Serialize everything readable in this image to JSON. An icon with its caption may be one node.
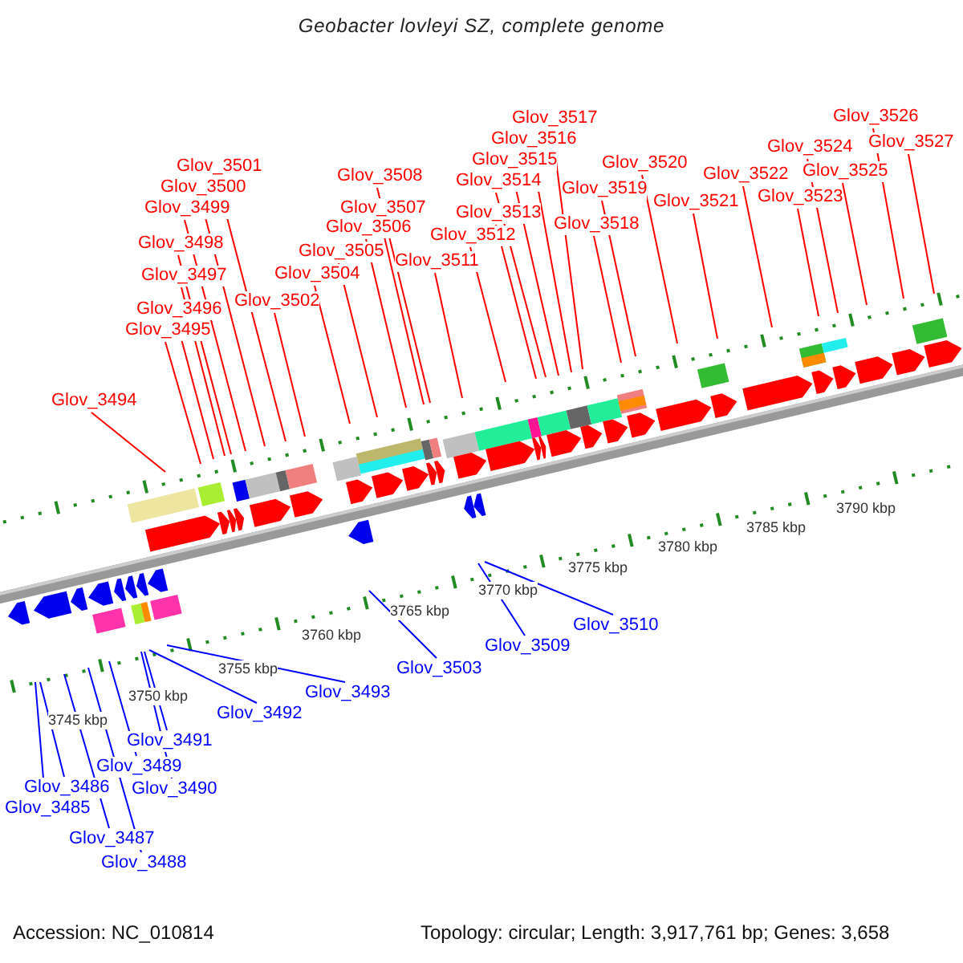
{
  "diagram": {
    "title": "Geobacter lovleyi SZ, complete genome",
    "nodes": [
      {
        "text": [
          "Glov_3485"
        ]
      },
      {
        "text": [
          "Glov_3486"
        ]
      },
      {
        "text": [
          "Glov_3487"
        ]
      },
      {
        "text": [
          "Glov_3488"
        ]
      },
      {
        "text": [
          "Glov_3489"
        ]
      },
      {
        "text": [
          "Glov_3490"
        ]
      },
      {
        "text": [
          "Glov_3491"
        ]
      },
      {
        "text": [
          "Glov_3492"
        ]
      },
      {
        "text": [
          "Glov_3493"
        ]
      },
      {
        "text": [
          "Glov_3494"
        ]
      },
      {
        "text": [
          "Glov_3495"
        ]
      },
      {
        "text": [
          "Glov_3496"
        ]
      },
      {
        "text": [
          "Glov_3497"
        ]
      },
      {
        "text": [
          "Glov_3498"
        ]
      },
      {
        "text": [
          "Glov_3499"
        ]
      },
      {
        "text": [
          "Glov_3500"
        ]
      },
      {
        "text": [
          "Glov_3501"
        ]
      },
      {
        "text": [
          "Glov_3502"
        ]
      },
      {
        "text": [
          "Glov_3503"
        ]
      },
      {
        "text": [
          "Glov_3504"
        ]
      },
      {
        "text": [
          "Glov_3505"
        ]
      },
      {
        "text": [
          "Glov_3506"
        ]
      },
      {
        "text": [
          "Glov_3507"
        ]
      },
      {
        "text": [
          "Glov_3508"
        ]
      },
      {
        "text": [
          "Glov_3509"
        ]
      },
      {
        "text": [
          "Glov_3510"
        ]
      },
      {
        "text": [
          "Glov_3511"
        ]
      },
      {
        "text": [
          "Glov_3512"
        ]
      },
      {
        "text": [
          "Glov_3513"
        ]
      },
      {
        "text": [
          "Glov_3514"
        ]
      },
      {
        "text": [
          "Glov_3515"
        ]
      },
      {
        "text": [
          "Glov_3516"
        ]
      },
      {
        "text": [
          "Glov_3517"
        ]
      },
      {
        "text": [
          "Glov_3518"
        ]
      },
      {
        "text": [
          "Glov_3519"
        ]
      },
      {
        "text": [
          "Glov_3520"
        ]
      },
      {
        "text": [
          "Glov_3521"
        ]
      },
      {
        "text": [
          "Glov_3522"
        ]
      },
      {
        "text": [
          "Glov_3523"
        ]
      },
      {
        "text": [
          "Glov_3524"
        ]
      },
      {
        "text": [
          "Glov_3525"
        ]
      },
      {
        "text": [
          "Glov_3526"
        ]
      },
      {
        "text": [
          "Glov_3527"
        ]
      }
    ],
    "edges": [
      {
        "from": 0,
        "to": null,
        "arrow": "none",
        "color": "#0000ff"
      },
      {
        "from": 1,
        "to": null,
        "arrow": "none",
        "color": "#0000ff"
      },
      {
        "from": 2,
        "to": null,
        "arrow": "none",
        "color": "#0000ff"
      },
      {
        "from": 3,
        "to": null,
        "arrow": "none",
        "color": "#0000ff"
      },
      {
        "from": 4,
        "to": null,
        "arrow": "none",
        "color": "#0000ff"
      },
      {
        "from": 5,
        "to": null,
        "arrow": "none",
        "color": "#0000ff"
      },
      {
        "from": 6,
        "to": null,
        "arrow": "none",
        "color": "#0000ff"
      },
      {
        "from": 7,
        "to": null,
        "arrow": "none",
        "color": "#0000ff"
      },
      {
        "from": 8,
        "to": null,
        "arrow": "none",
        "color": "#0000ff"
      },
      {
        "from": 9,
        "to": null,
        "arrow": "none"
      },
      {
        "from": 10,
        "to": null,
        "arrow": "none"
      },
      {
        "from": 11,
        "to": null,
        "arrow": "none"
      },
      {
        "from": 12,
        "to": null,
        "arrow": "none"
      },
      {
        "from": 13,
        "to": null,
        "arrow": "none"
      },
      {
        "from": 14,
        "to": null,
        "arrow": "none"
      },
      {
        "from": 15,
        "to": null,
        "arrow": "none"
      },
      {
        "from": 16,
        "to": null,
        "arrow": "none"
      },
      {
        "from": 17,
        "to": null,
        "arrow": "none"
      },
      {
        "from": 18,
        "to": null,
        "arrow": "none",
        "color": "#0000ff"
      },
      {
        "from": 19,
        "to": null,
        "arrow": "none"
      },
      {
        "from": 20,
        "to": null,
        "arrow": "none"
      },
      {
        "from": 21,
        "to": null,
        "arrow": "none"
      },
      {
        "from": 22,
        "to": null,
        "arrow": "none"
      },
      {
        "from": 23,
        "to": null,
        "arrow": "none"
      },
      {
        "from": 24,
        "to": null,
        "arrow": "none",
        "color": "#0000ff"
      },
      {
        "from": 25,
        "to": null,
        "arrow": "none",
        "color": "#0000ff"
      },
      {
        "from": 26,
        "to": null,
        "arrow": "none"
      },
      {
        "from": 27,
        "to": null,
        "arrow": "none"
      },
      {
        "from": 28,
        "to": null,
        "arrow": "none"
      },
      {
        "from": 29,
        "to": null,
        "arrow": "none"
      },
      {
        "from": 30,
        "to": null,
        "arrow": "none"
      },
      {
        "from": 31,
        "to": null,
        "arrow": "none"
      },
      {
        "from": 32,
        "to": null,
        "arrow": "none"
      },
      {
        "from": 33,
        "to": null,
        "arrow": "none"
      },
      {
        "from": 34,
        "to": null,
        "arrow": "none"
      },
      {
        "from": 35,
        "to": null,
        "arrow": "none"
      },
      {
        "from": 36,
        "to": null,
        "arrow": "none"
      },
      {
        "from": 37,
        "to": null,
        "arrow": "none"
      },
      {
        "from": 38,
        "to": null,
        "arrow": "none"
      },
      {
        "from": 39,
        "to": null,
        "arrow": "none"
      },
      {
        "from": 40,
        "to": null,
        "arrow": "none"
      },
      {
        "from": 41,
        "to": null,
        "arrow": "none"
      },
      {
        "from": 42,
        "to": null,
        "arrow": "none"
      }
    ],
    "labels": [
      "3745 kbp",
      "3750 kbp",
      "3755 kbp",
      "3760 kbp",
      "3765 kbp",
      "3770 kbp",
      "3775 kbp",
      "3780 kbp",
      "3785 kbp",
      "3790 kbp",
      "Accession: NC_010814",
      "Topology: circular; Length: 3,917,761 bp; Genes: 3,658"
    ]
  }
}
